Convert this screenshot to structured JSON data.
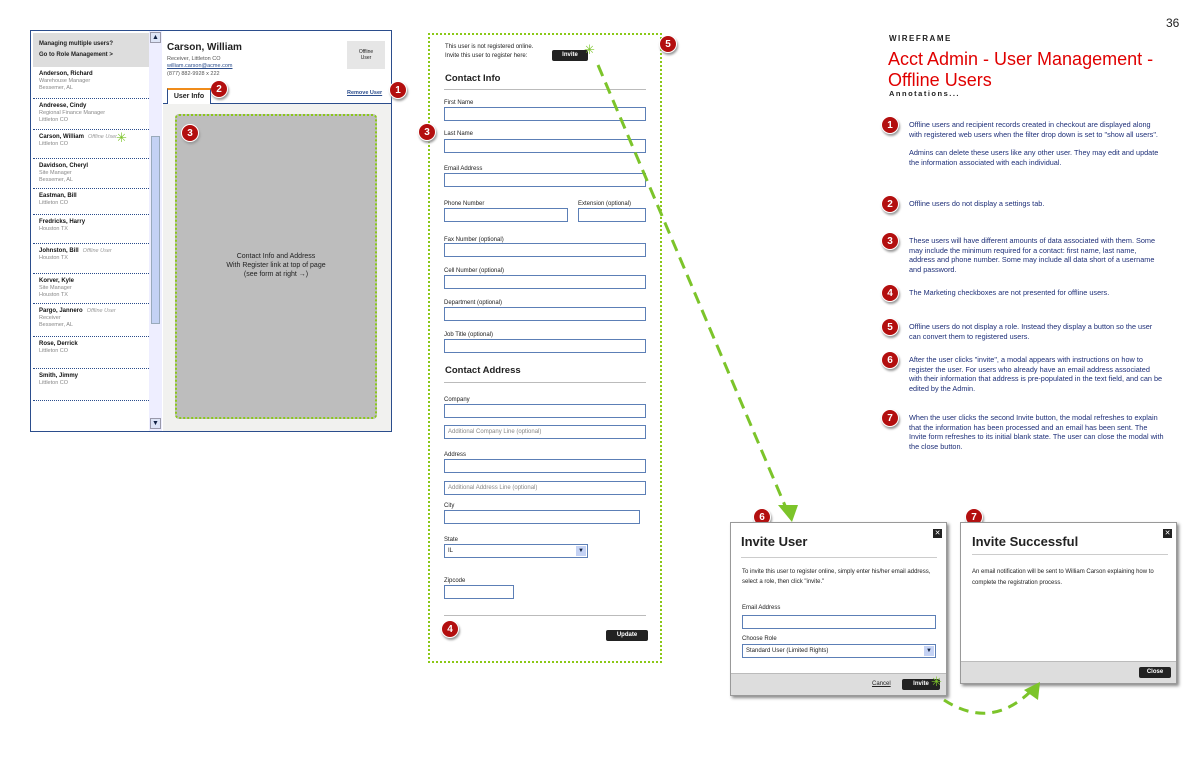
{
  "page_number": "36",
  "doc_type": "WIREFRAME",
  "title_line1": "Acct Admin - User Management -",
  "title_line2": "Offline Users",
  "annotations_label": "Annotations...",
  "sidebar": {
    "header_line1": "Managing multiple users?",
    "header_line2": "Go to Role Management >",
    "users": [
      {
        "name": "Anderson, Richard",
        "badge": "",
        "lines": [
          "Warehouse Manager",
          "Bessemer, AL"
        ]
      },
      {
        "name": "Andreese, Cindy",
        "badge": "",
        "lines": [
          "Regional Finance Manager",
          "Littleton CO"
        ]
      },
      {
        "name": "Carson, William",
        "badge": "Offline User",
        "lines": [
          "Littleton CO"
        ]
      },
      {
        "name": "Davidson, Cheryl",
        "badge": "",
        "lines": [
          "Site Manager",
          "Bessemer, AL"
        ]
      },
      {
        "name": "Eastman, Bill",
        "badge": "",
        "lines": [
          "Littleton CO"
        ]
      },
      {
        "name": "Fredricks, Harry",
        "badge": "",
        "lines": [
          "Houston TX"
        ]
      },
      {
        "name": "Johnston, Bill",
        "badge": "Offline User",
        "lines": [
          "Houston TX"
        ]
      },
      {
        "name": "Korver, Kyle",
        "badge": "",
        "lines": [
          "Site Manager",
          "Houston TX"
        ]
      },
      {
        "name": "Pargo, Jannero",
        "badge": "Offline User",
        "lines": [
          "Receiver",
          "Bessemer, AL"
        ]
      },
      {
        "name": "Rose, Derrick",
        "badge": "",
        "lines": [
          "Littleton CO"
        ]
      },
      {
        "name": "Smith, Jimmy",
        "badge": "",
        "lines": [
          "Littleton CO"
        ]
      }
    ]
  },
  "detail": {
    "name": "Carson, William",
    "role_location": "Receiver, Littleton CO",
    "email": "william.carson@acme.com",
    "phone": "(877) 882-9928 x 222",
    "avatar_text": "Offline User",
    "tab": "User Info",
    "remove_link": "Remove User",
    "placeholder_line1": "Contact Info and Address",
    "placeholder_line2": "With Register link at top of page",
    "placeholder_line3": "(see form at right →)"
  },
  "form": {
    "invite_text1": "This user is not registered online.",
    "invite_text2": "Invite this user to register here:",
    "invite_button": "Invite",
    "contact_heading": "Contact Info",
    "first_name": "First Name",
    "last_name": "Last Name",
    "email": "Email Address",
    "phone": "Phone Number",
    "extension": "Extension (optional)",
    "fax": "Fax Number (optional)",
    "cell": "Cell Number (optional)",
    "department": "Department (optional)",
    "job_title": "Job Title (optional)",
    "address_heading": "Contact Address",
    "company": "Company",
    "company2_placeholder": "Additional Company Line (optional)",
    "address": "Address",
    "address2_placeholder": "Additional Address Line (optional)",
    "city": "City",
    "state": "State",
    "state_value": "IL",
    "zipcode": "Zipcode",
    "update_button": "Update"
  },
  "annotations": [
    {
      "n": "1",
      "text": "Offline users and recipient records created in checkout are displayed along with registered web users when the filter drop down is set to \"show all users\".",
      "text2": "Admins can delete these users like any other user. They may edit and update the information associated with each individual."
    },
    {
      "n": "2",
      "text": "Offline users do not display a settings tab."
    },
    {
      "n": "3",
      "text": "These users will have different amounts of data associated with them. Some may include the minimum required for a contact: first name, last name, address and phone number. Some may include all data short of a username and password."
    },
    {
      "n": "4",
      "text": "The Marketing checkboxes are not presented for offline users."
    },
    {
      "n": "5",
      "text": "Offline users do not display a role. Instead they display a button so the user can convert them to registered users."
    },
    {
      "n": "6",
      "text": "After the user clicks \"invite\", a modal appears with instructions on how to register the user. For users who already have an email address associated with their information that address is pre-populated in the text field, and can be edited by the Admin."
    },
    {
      "n": "7",
      "text": "When the user clicks the second Invite button, the modal refreshes to explain that the information has been processed and an email has been sent.  The Invite form refreshes to its initial blank state. The user can close the modal with the close button."
    }
  ],
  "invite_modal": {
    "title": "Invite User",
    "instructions": "To invite this user to register online, simply enter his/her email address, select a role, then click \"invite.\"",
    "email_label": "Email Address",
    "role_label": "Choose Role",
    "role_value": "Standard User (Limited Rights)",
    "cancel": "Cancel",
    "invite": "Invite"
  },
  "success_modal": {
    "title": "Invite Successful",
    "message": "An email notification will be sent to William Carson explaining how to complete the registration process.",
    "close": "Close"
  },
  "colors": {
    "accent_red": "#e00000",
    "badge_red": "#b30f0f",
    "annotation_blue": "#1e2f78",
    "dashed_green": "#7cc42a",
    "frame_blue": "#2b4d8c"
  }
}
